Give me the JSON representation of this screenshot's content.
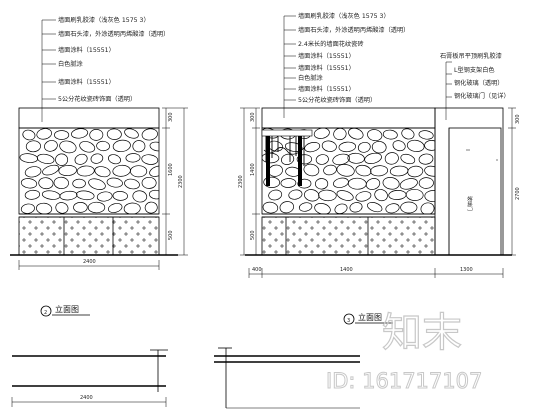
{
  "left_notes": [
    "墙面刷乳胶漆（浅灰色 1575 3）",
    "墙面石头漆，外涂透明丙烯酸漆（透明）",
    "墙面涂料（15551）",
    "白色腻涂",
    "墙面涂料（15551）",
    "5公分花纹瓷砖饰面（透明）"
  ],
  "middle_notes": [
    "墙面刷乳胶漆（浅灰色 1575 3）",
    "墙面石头漆，外涂透明丙烯酸漆（透明）",
    "2.4米长的墙面花纹瓷砖",
    "墙面涂料（15551）",
    "墙面涂料（15551）",
    "白色腻涂",
    "墙面涂料（15551）",
    "5公分花纹瓷砖饰面（透明）"
  ],
  "right_notes": [
    "石膏板吊平顶刷乳胶漆",
    "L型钢支架白色",
    "钢化玻璃（透明）",
    "钢化玻璃门（见详）"
  ],
  "left_dims": {
    "top": "300",
    "mid": "1600",
    "low": "500",
    "total": "2300",
    "width": "2400"
  },
  "mid_dims": {
    "top": "300",
    "mid": "1400",
    "low": "500",
    "total": "2300",
    "width_a": "400",
    "width_b": "1400",
    "width_c": "1300",
    "right_top": "300",
    "right_total": "2700"
  },
  "door_label": "玻璃门",
  "elevation_left": {
    "num": "2",
    "label": "立面图"
  },
  "elevation_mid": {
    "num": "3",
    "label": "立面图"
  },
  "bottom_dims": {
    "left": "2400"
  },
  "watermark": {
    "brand": "知末",
    "id": "ID: 161717107"
  }
}
